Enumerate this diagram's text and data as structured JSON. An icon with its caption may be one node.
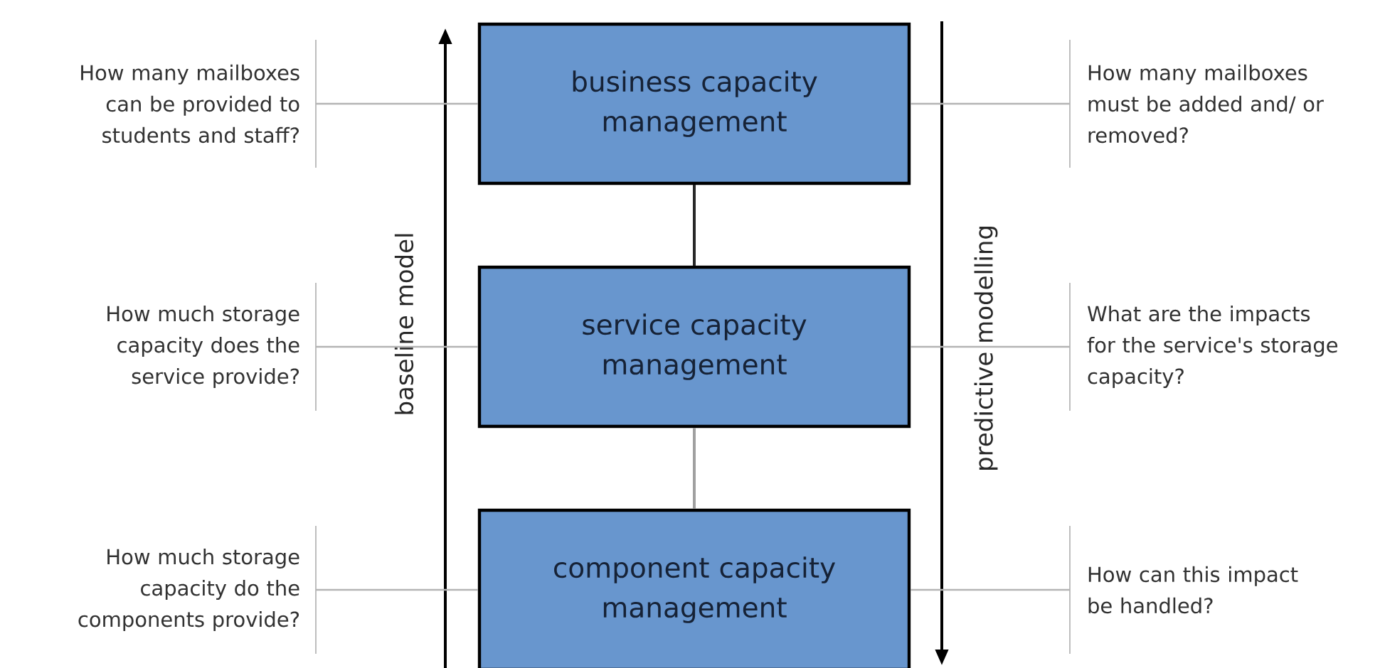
{
  "diagram": {
    "nodes": [
      {
        "text": [
          "business capacity management"
        ]
      },
      {
        "text": [
          "service capacity management"
        ]
      },
      {
        "text": [
          "component capacity management"
        ]
      },
      {
        "text": [
          "How many mailboxes can be provided to students and staff?"
        ]
      },
      {
        "text": [
          "How much storage capacity does the service provide?"
        ]
      },
      {
        "text": [
          "How much storage capacity do the components provide?"
        ]
      },
      {
        "text": [
          "How many mailboxes must be added and/ or removed?"
        ]
      },
      {
        "text": [
          "What are the impacts for the service's storage capacity?"
        ]
      },
      {
        "text": [
          "How can this impact be handled?"
        ]
      }
    ],
    "edges": [
      {
        "from": 0,
        "to": 1,
        "arrow": "none",
        "color": "#282828"
      },
      {
        "from": 1,
        "to": 2,
        "arrow": "none",
        "color": "#a0a0a0"
      },
      {
        "from": 3,
        "to": 0,
        "arrow": "none",
        "color": "#b4b4b4"
      },
      {
        "from": 4,
        "to": 1,
        "arrow": "none",
        "color": "#b4b4b4"
      },
      {
        "from": 5,
        "to": 2,
        "arrow": "none",
        "color": "#b4b4b4"
      },
      {
        "from": 0,
        "to": 6,
        "arrow": "none",
        "color": "#b4b4b4"
      },
      {
        "from": 1,
        "to": 7,
        "arrow": "none",
        "color": "#b4b4b4"
      },
      {
        "from": 2,
        "to": 8,
        "arrow": "none",
        "color": "#b4b4b4"
      }
    ],
    "labels": [
      "baseline model",
      "predictive modelling"
    ]
  }
}
